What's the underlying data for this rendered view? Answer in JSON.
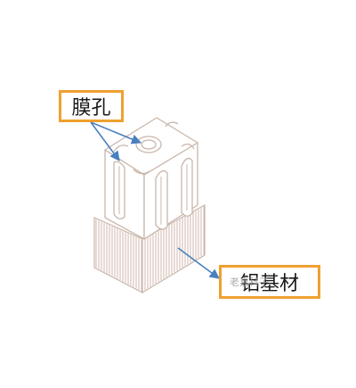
{
  "labels": {
    "pore": "膜孔",
    "substrate": "铝基材"
  },
  "watermark": "老嘉科子",
  "colors": {
    "callout_border": "#f0a030",
    "arrow": "#4a7fc0",
    "line": "#c9b6aa",
    "hatch": "#d1b7ae",
    "text": "#1a1a1a"
  }
}
